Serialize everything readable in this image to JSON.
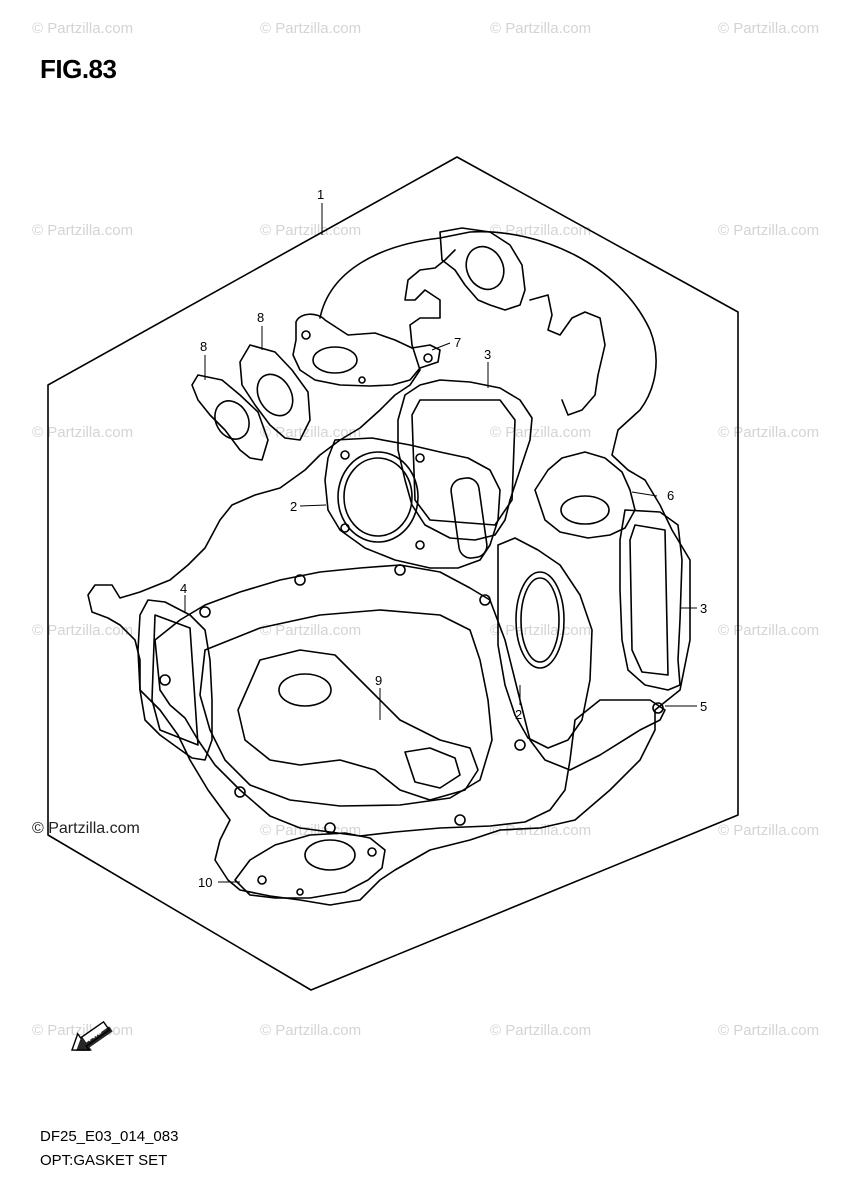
{
  "figure": {
    "title": "FIG.83"
  },
  "watermark": {
    "text": "© Partzilla.com",
    "main_text": "© Partzilla.com"
  },
  "footer": {
    "code": "DF25_E03_014_083",
    "name": "OPT:GASKET SET"
  },
  "callouts": [
    {
      "id": "c1",
      "label": "1"
    },
    {
      "id": "c2a",
      "label": "2"
    },
    {
      "id": "c2b",
      "label": "2"
    },
    {
      "id": "c3a",
      "label": "3"
    },
    {
      "id": "c3b",
      "label": "3"
    },
    {
      "id": "c4",
      "label": "4"
    },
    {
      "id": "c5",
      "label": "5"
    },
    {
      "id": "c6",
      "label": "6"
    },
    {
      "id": "c7",
      "label": "7"
    },
    {
      "id": "c8a",
      "label": "8"
    },
    {
      "id": "c8b",
      "label": "8"
    },
    {
      "id": "c9",
      "label": "9"
    },
    {
      "id": "c10",
      "label": "10"
    }
  ],
  "fwd_icon": {
    "label": "FWD"
  }
}
